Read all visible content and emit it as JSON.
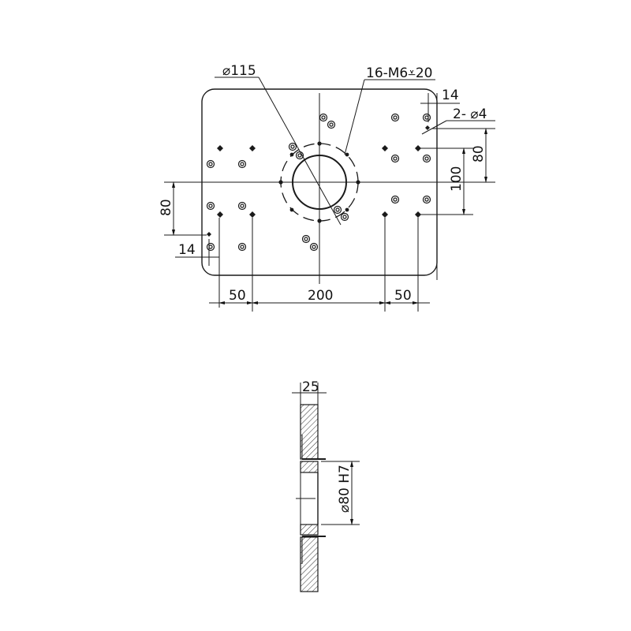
{
  "drawing": {
    "title": "Mounting plate technical drawing",
    "top_view": {
      "callouts": {
        "bore_dia": "⌀115",
        "tapped_holes": "16-M6⩡20",
        "pin_holes": "2- ⌀4"
      },
      "dimensions": {
        "top_right_offset": "14",
        "right_inner": "80",
        "right_outer": "100",
        "left_vertical": "80",
        "left_offset": "14",
        "bottom_left": "50",
        "bottom_center": "200",
        "bottom_right": "50"
      }
    },
    "section_view": {
      "dimensions": {
        "thickness": "25",
        "bore": "⌀80 H7"
      }
    },
    "colors": {
      "line": "#1a1a1a",
      "background": "#ffffff"
    }
  }
}
